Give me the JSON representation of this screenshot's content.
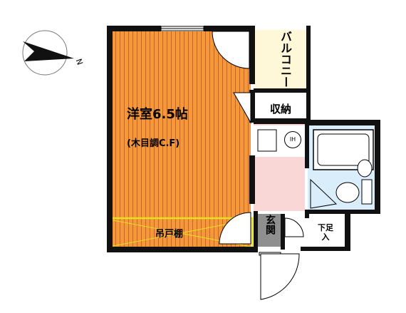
{
  "compass": {
    "north_label": "N",
    "icon": "north-arrow-icon"
  },
  "rooms": {
    "main_room": {
      "name": "洋室6.5帖",
      "note": "(木目調C.F)"
    },
    "balcony": {
      "name": "バルコニー"
    },
    "storage": {
      "name": "収納"
    },
    "hanging_shelf": {
      "name": "吊戸棚"
    },
    "entrance": {
      "name": "玄関"
    },
    "shoe_box": {
      "name": "下足入"
    },
    "stove": {
      "label": "IH"
    }
  },
  "colors": {
    "room_floor": "#f4993a",
    "floor_lines": "#c9651c",
    "balcony_fill": "#fff8d8",
    "kitchen_fill": "#f9d7d7",
    "bath_fill": "#d9eefa",
    "entrance_fill": "#8f8f8f",
    "wall": "#111111",
    "shelf_outline": "#e6e021"
  }
}
